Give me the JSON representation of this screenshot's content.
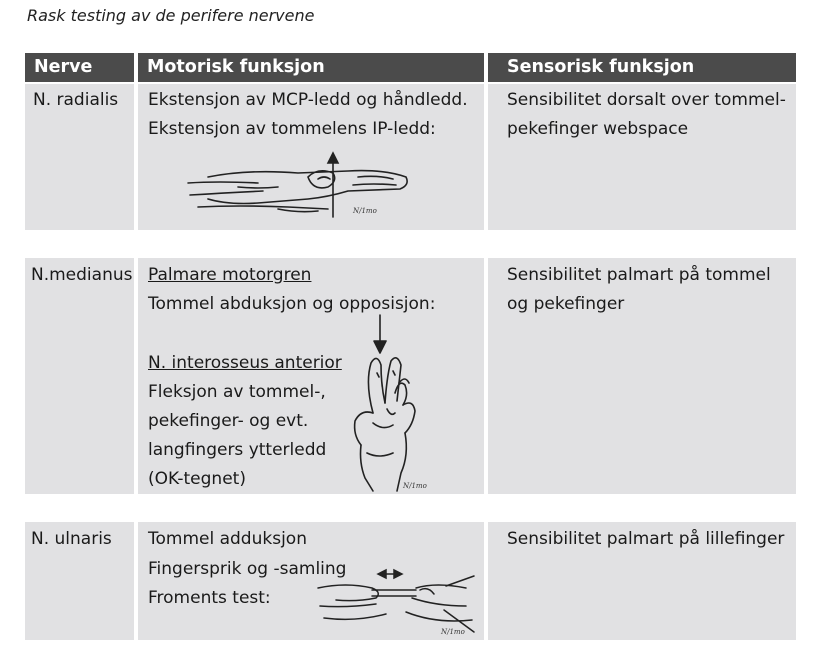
{
  "caption": "Rask testing av de perifere nervene",
  "headers": [
    "Nerve",
    "Motorisk funksjon",
    "Sensorisk funksjon"
  ],
  "rows": [
    {
      "nerve": "N. radialis",
      "motor": [
        "Ekstensjon av MCP-ledd og håndledd.",
        "Ekstensjon av tommelens IP-ledd:"
      ],
      "sensory": [
        "Sensibilitet dorsalt over tommel-",
        "pekefinger webspace"
      ]
    },
    {
      "nerve": "N.medianus",
      "motor_heading1": "Palmare motorgren",
      "motor_line1": "Tommel abduksjon og opposisjon:",
      "motor_heading2": "N. interosseus anterior",
      "motor_lines2": [
        "Fleksjon av tommel-,",
        "pekefinger- og evt.",
        "langfingers ytterledd",
        "(OK-tegnet)"
      ],
      "sensory": [
        "Sensibilitet palmart på tommel",
        "og pekefinger"
      ]
    },
    {
      "nerve": "N. ulnaris",
      "motor": [
        "Tommel adduksjon",
        "Fingersprik og -samling",
        "Froments test:"
      ],
      "sensory": [
        "Sensibilitet palmart på lillefinger"
      ]
    }
  ]
}
